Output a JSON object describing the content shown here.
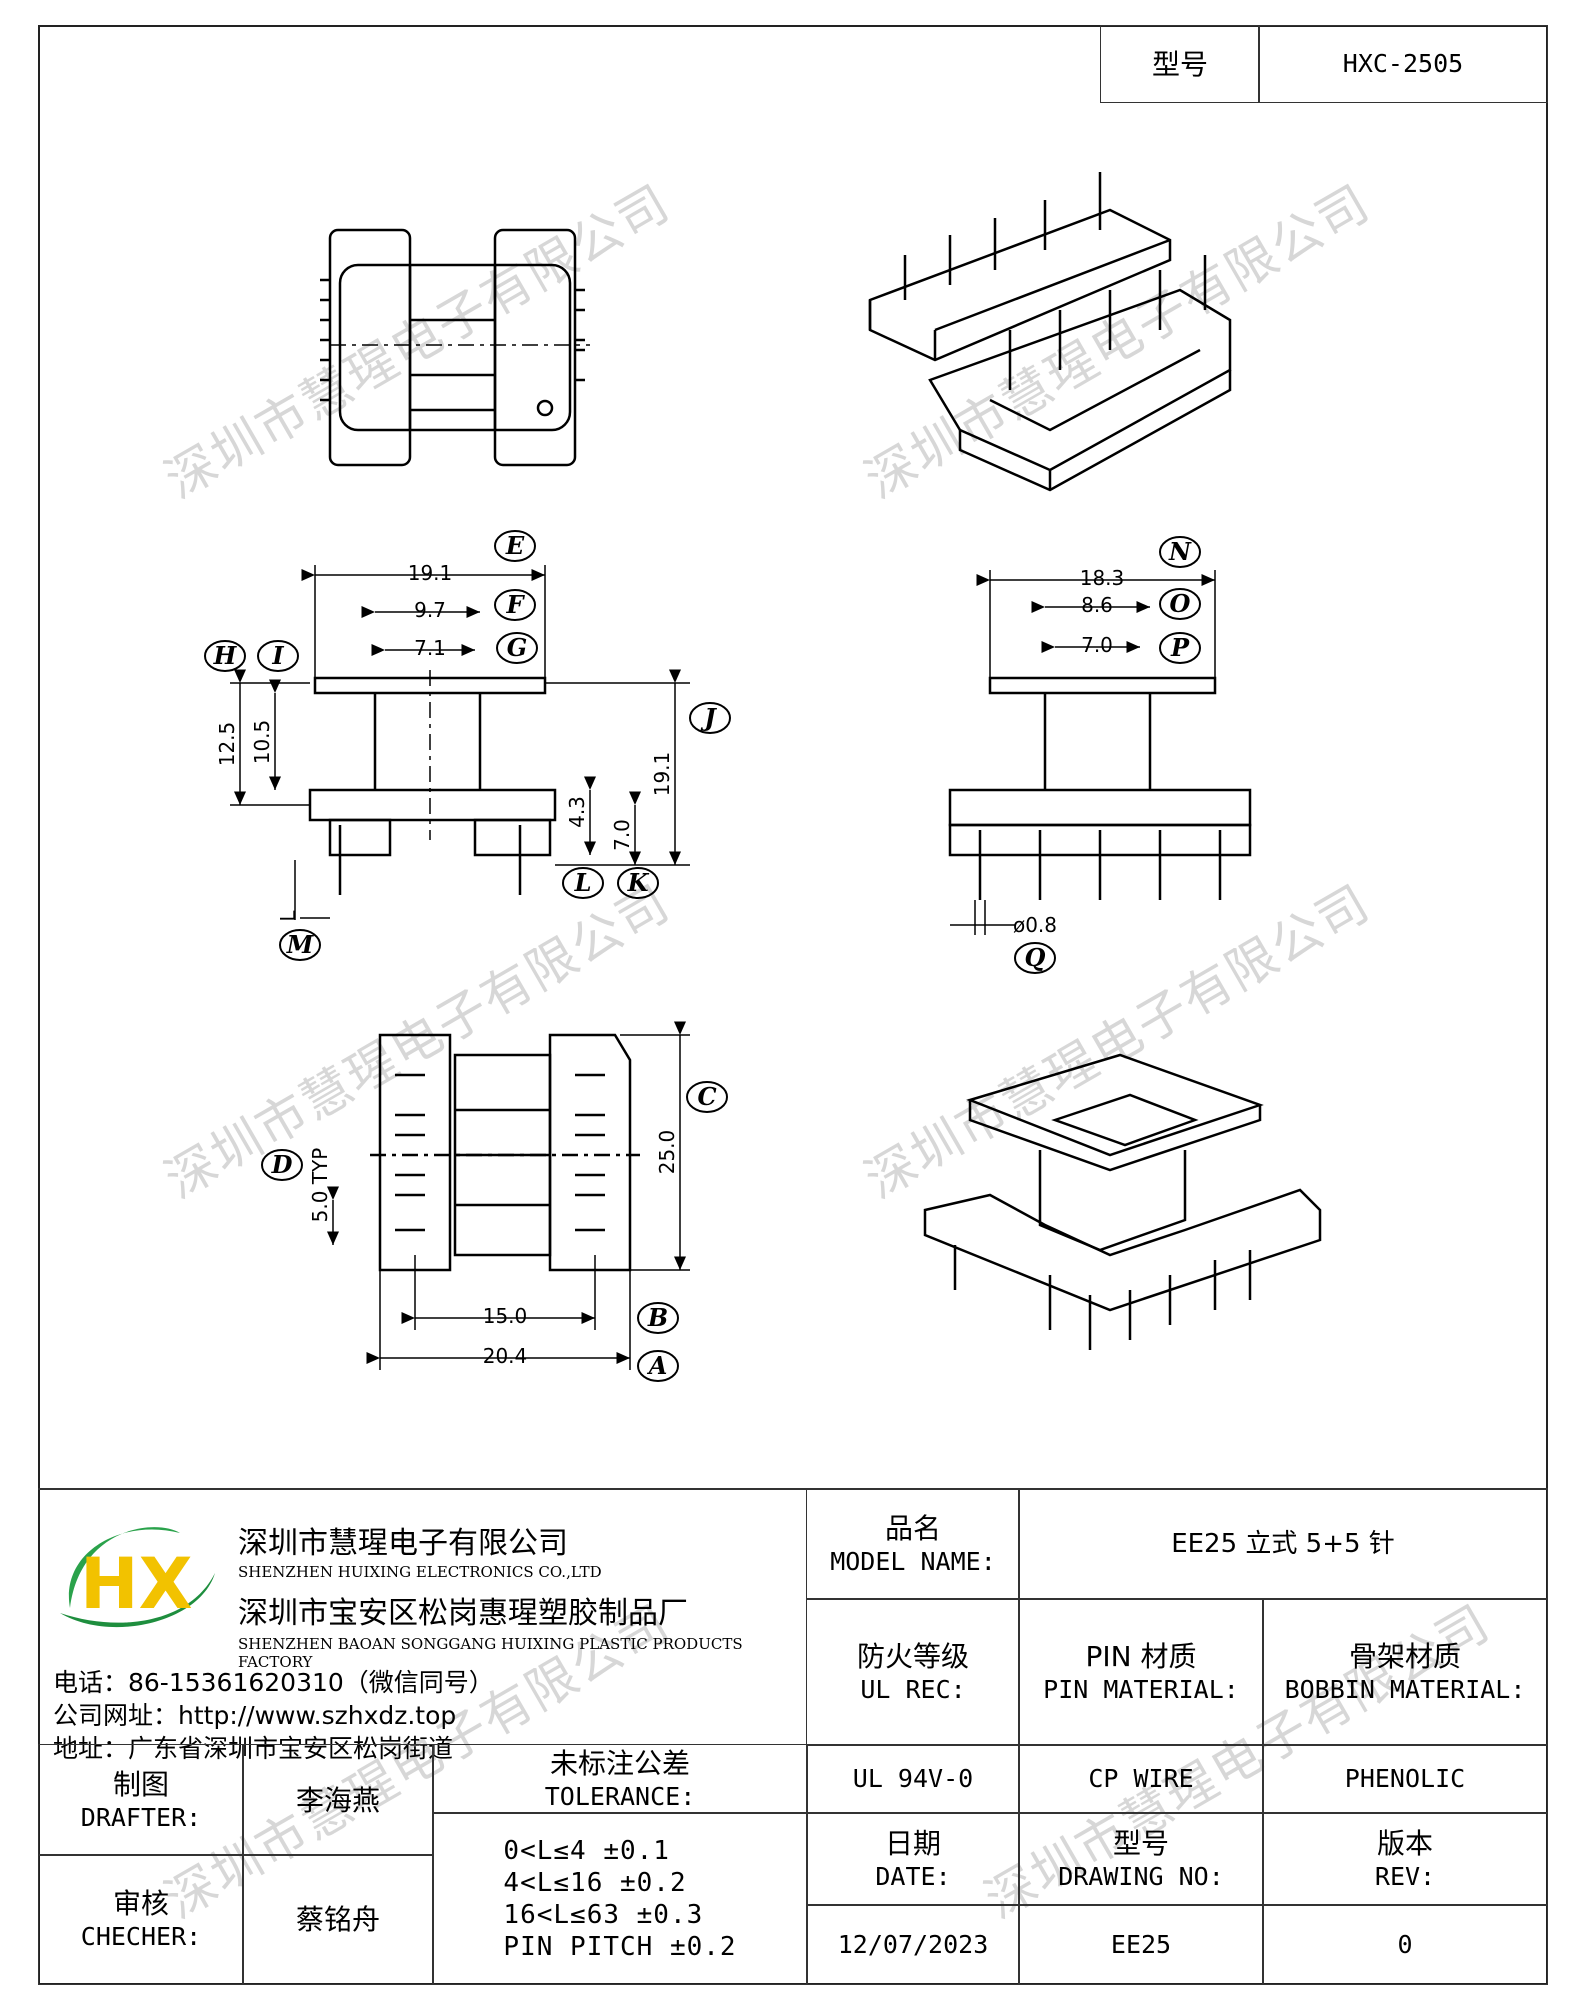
{
  "header": {
    "model_label": "型号",
    "model_value": "HXC-2505"
  },
  "watermark": "深圳市慧瑆电子有限公司",
  "dimensions": {
    "d_19_1_top": "19.1",
    "d_9_7": "9.7",
    "d_7_1": "7.1",
    "d_12_5": "12.5",
    "d_10_5": "10.5",
    "d_4_3": "4.3",
    "d_7_0_side": "7.0",
    "d_19_1_side": "19.1",
    "d_18_3": "18.3",
    "d_8_6": "8.6",
    "d_7_0_top": "7.0",
    "d_phi_0_8": "ø0.8",
    "d_5_0_typ": "5.0 TYP",
    "d_25_0": "25.0",
    "d_15_0": "15.0",
    "d_20_4": "20.4",
    "letters": {
      "A": "A",
      "B": "B",
      "C": "C",
      "D": "D",
      "E": "E",
      "F": "F",
      "G": "G",
      "H": "H",
      "I": "I",
      "J": "J",
      "K": "K",
      "L": "L",
      "M": "M",
      "N": "N",
      "O": "O",
      "P": "P",
      "Q": "Q"
    },
    "l_mark": "L"
  },
  "company": {
    "name_cn": "深圳市慧瑆电子有限公司",
    "name_en": "SHENZHEN HUIXING ELECTRONICS CO.,LTD",
    "factory_cn": "深圳市宝安区松岗惠瑆塑胶制品厂",
    "factory_en": "SHENZHEN BAOAN SONGGANG HUIXING PLASTIC PRODUCTS FACTORY",
    "phone": "电话：86-15361620310（微信同号）",
    "website": "公司网址：http://www.szhxdz.top",
    "address": "地址：广东省深圳市宝安区松岗街道",
    "logo_letters": "HX"
  },
  "titleblock": {
    "model_name_cn": "品名",
    "model_name_en": "MODEL NAME:",
    "model_name_value": "EE25 立式 5+5 针",
    "ul_cn": "防火等级",
    "ul_en": "UL REC:",
    "pin_cn": "PIN 材质",
    "pin_en": "PIN MATERIAL:",
    "bobbin_cn": "骨架材质",
    "bobbin_en": "BOBBIN MATERIAL:",
    "ul_value": "UL 94V-0",
    "pin_value": "CP WIRE",
    "bobbin_value": "PHENOLIC",
    "drafter_cn": "制图",
    "drafter_en": "DRAFTER:",
    "drafter_name": "李海燕",
    "checker_cn": "审核",
    "checker_en": "CHECHER:",
    "checker_name": "蔡铭舟",
    "tolerance_cn": "未标注公差",
    "tolerance_en": "TOLERANCE:",
    "tol_1": "0<L≤4  ±0.1",
    "tol_2": "4<L≤16  ±0.2",
    "tol_3": "16<L≤63  ±0.3",
    "tol_4": "PIN PITCH  ±0.2",
    "date_cn": "日期",
    "date_en": "DATE:",
    "date_value": "12/07/2023",
    "drawing_cn": "型号",
    "drawing_en": "DRAWING NO:",
    "drawing_value": "EE25",
    "rev_cn": "版本",
    "rev_en": "REV:",
    "rev_value": "0"
  }
}
